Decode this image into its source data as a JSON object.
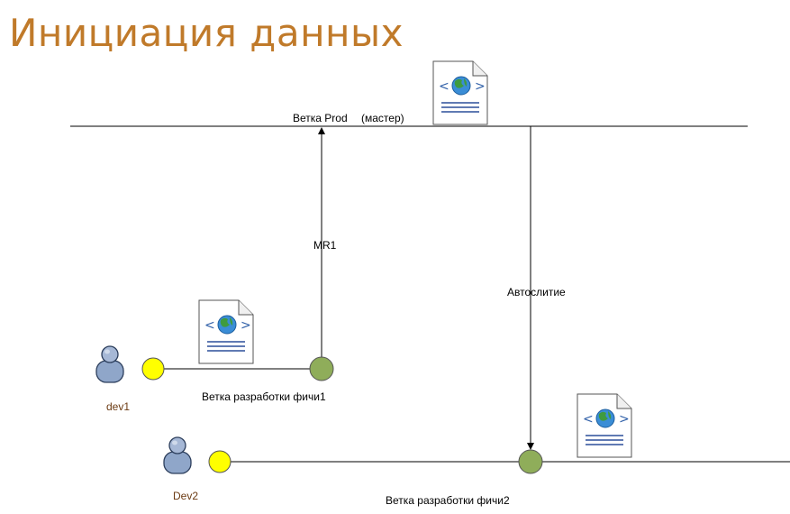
{
  "title": "Инициация данных",
  "labels": {
    "prod_branch": "Ветка  Prod",
    "prod_branch_note": "(мастер)",
    "merge_request": "MR1",
    "auto_merge": "Автослитие",
    "feature1_branch": "Ветка разработки фичи1",
    "feature2_branch": "Ветка разработки фичи2",
    "dev1": "dev1",
    "dev2": "Dev2"
  },
  "colors": {
    "title": "#c07a2a",
    "branch_start": "#ffff00",
    "commit": "#8fad5a",
    "line": "#000000",
    "globe": "#3a8dd6"
  },
  "icons": [
    "user-icon",
    "web-document-icon"
  ]
}
